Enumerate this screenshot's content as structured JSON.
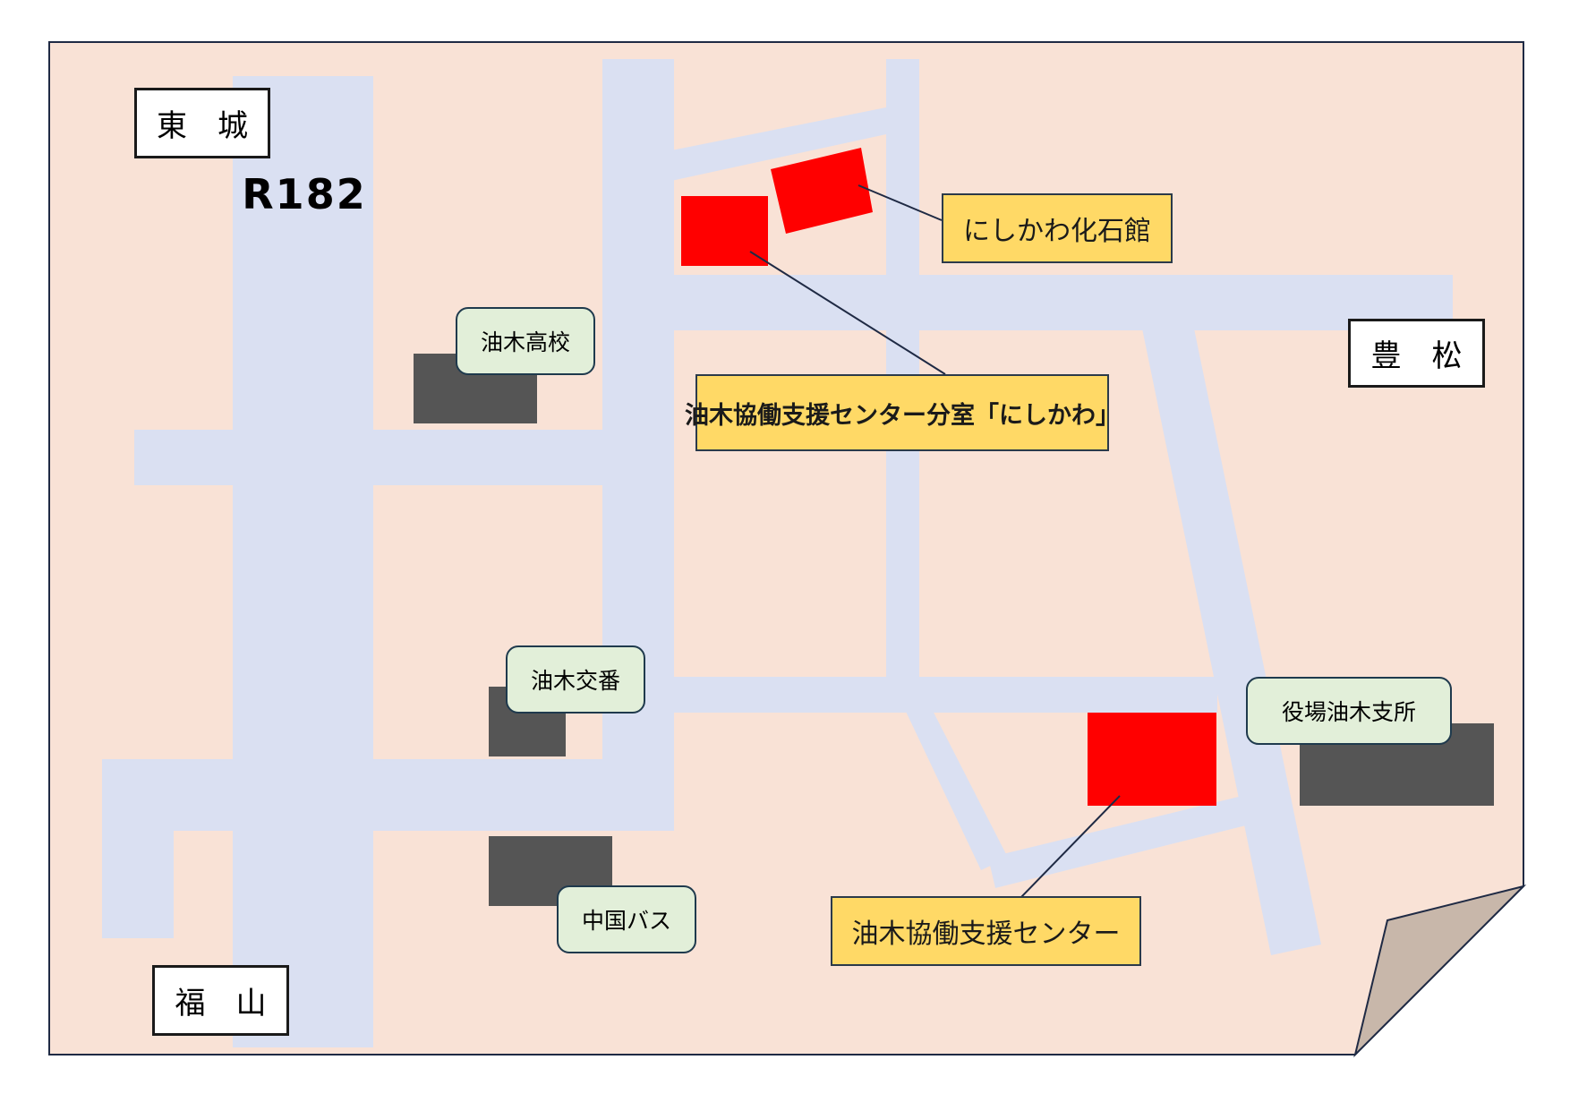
{
  "map": {
    "colors": {
      "background": "#f9e2d6",
      "road": "#dae0f2",
      "facility": "#ff0000",
      "building": "#555555",
      "label_fill": "#ffd966",
      "landmark_fill": "#e2efd9",
      "page_curl": "#c8b7aa"
    },
    "directions": {
      "tojo": "東　城",
      "toyomatsu": "豊　松",
      "fukuyama": "福　山"
    },
    "route": "R182",
    "landmarks": {
      "high_school": "油木高校",
      "koban": "油木交番",
      "bus": "中国バス",
      "town_office": "役場油木支所"
    },
    "facilities": {
      "fossil_museum": "にしかわ化石館",
      "branch_office": "油木協働支援センター分室「にしかわ」",
      "support_center": "油木協働支援センター"
    }
  }
}
